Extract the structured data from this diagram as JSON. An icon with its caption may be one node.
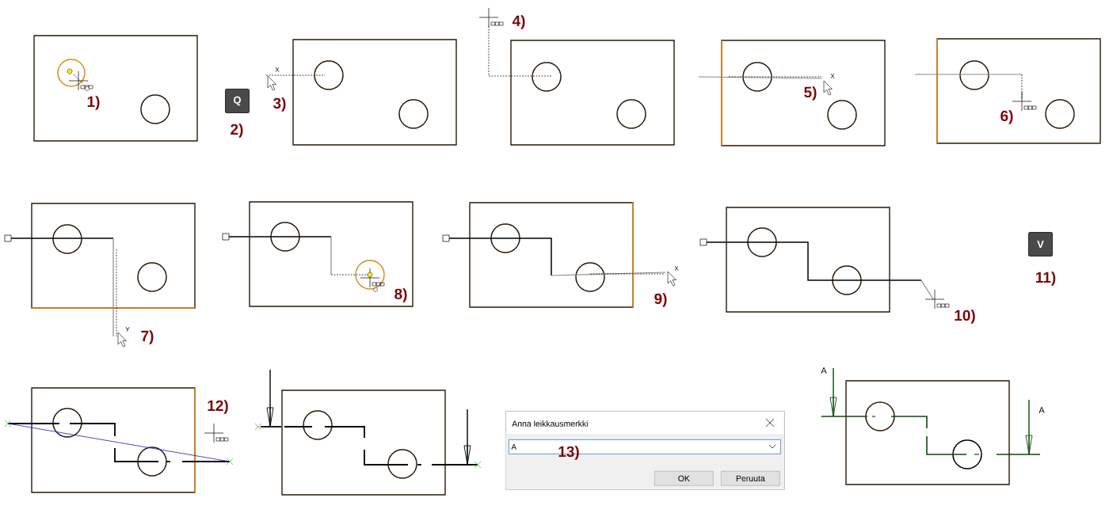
{
  "diagram": {
    "nodes": [
      {
        "text": [
          "Q"
        ]
      },
      {
        "text": [
          "V"
        ]
      },
      {
        "text": [
          "Anna leikkausmerkki"
        ]
      },
      {
        "text": [
          "A"
        ],
        "in": 2
      },
      {
        "text": [
          "OK"
        ],
        "in": 2
      },
      {
        "text": [
          "Peruuta"
        ],
        "in": 2
      }
    ],
    "labels": [
      "4)",
      "1)",
      "2)",
      "X",
      "3)",
      "X",
      "5)",
      "6)",
      "8)",
      "X",
      "9)",
      "11)",
      "7)",
      "Y",
      "10)",
      "A",
      "12)",
      "A",
      "13)"
    ]
  }
}
